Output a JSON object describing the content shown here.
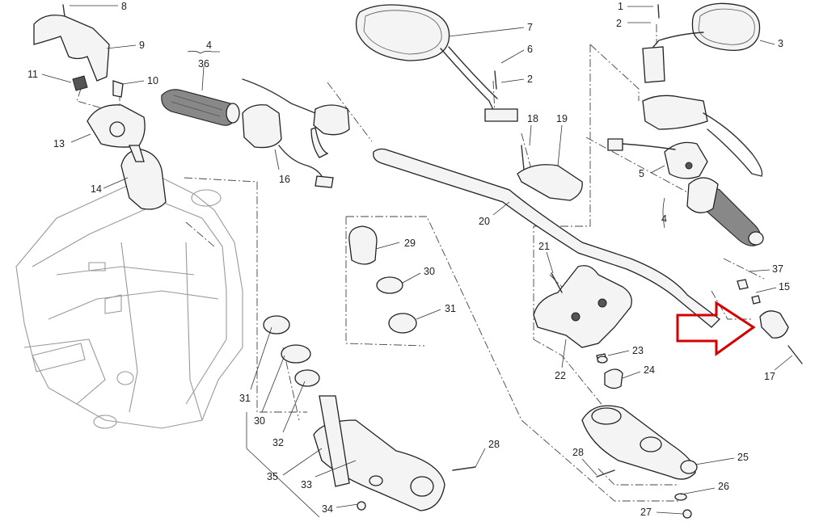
{
  "diagram": {
    "callouts": [
      {
        "label": "1"
      },
      {
        "label": "2"
      },
      {
        "label": "3"
      },
      {
        "label": "4"
      },
      {
        "label": "5"
      },
      {
        "label": "6"
      },
      {
        "label": "2"
      },
      {
        "label": "7"
      },
      {
        "label": "8"
      },
      {
        "label": "9"
      },
      {
        "label": "10"
      },
      {
        "label": "11"
      },
      {
        "label": "13"
      },
      {
        "label": "14"
      },
      {
        "label": "4"
      },
      {
        "label": "36"
      },
      {
        "label": "16"
      },
      {
        "label": "18"
      },
      {
        "label": "19"
      },
      {
        "label": "20"
      },
      {
        "label": "21"
      },
      {
        "label": "22"
      },
      {
        "label": "23"
      },
      {
        "label": "24"
      },
      {
        "label": "25"
      },
      {
        "label": "26"
      },
      {
        "label": "27"
      },
      {
        "label": "28"
      },
      {
        "label": "28"
      },
      {
        "label": "29"
      },
      {
        "label": "30"
      },
      {
        "label": "31"
      },
      {
        "label": "31"
      },
      {
        "label": "30"
      },
      {
        "label": "32"
      },
      {
        "label": "33"
      },
      {
        "label": "34"
      },
      {
        "label": "35"
      },
      {
        "label": "37"
      },
      {
        "label": "15"
      },
      {
        "label": "17"
      }
    ],
    "highlight_arrow_color": "#d40000",
    "line_color": "#333333"
  }
}
